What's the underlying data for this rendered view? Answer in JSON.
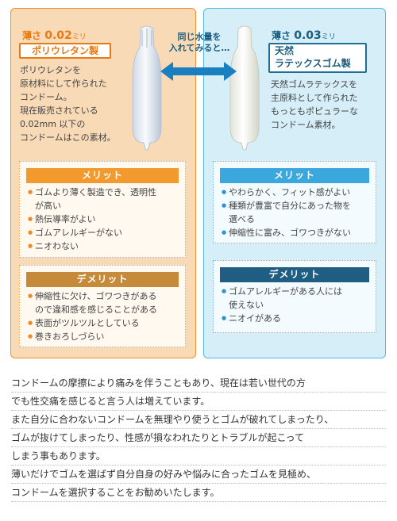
{
  "left": {
    "thickness_prefix": "薄さ",
    "thickness_num": "0.02",
    "thickness_unit": "ミリ",
    "material": "ポリウレタン製",
    "desc": [
      "ポリウレタンを",
      "原材料にして作られた",
      "コンドーム。",
      "現在販売されている",
      "0.02mm 以下の",
      "コンドームはこの素材。"
    ],
    "merit_title": "メリット",
    "merits": [
      "ゴムより薄く製造でき、透明性",
      "が高い",
      "熱伝導率がよい",
      "ゴムアレルギーがない",
      "ニオわない"
    ],
    "demerit_title": "デメリット",
    "demerits": [
      "伸縮性に欠け、ゴワつきがある",
      "ので違和感を感じることがある",
      "表面がツルツルとしている",
      "巻きおろしづらい"
    ]
  },
  "right": {
    "thickness_prefix": "薄さ",
    "thickness_num": "0.03",
    "thickness_unit": "ミリ",
    "material_1": "天然",
    "material_2": "ラテックスゴム製",
    "desc": [
      "天然ゴムラテックスを",
      "主原料として作られた",
      "もっともポピュラーな",
      "コンドーム素材。"
    ],
    "merit_title": "メリット",
    "merits": [
      "やわらかく、フィット感がよい",
      "種類が豊富で自分にあった物を",
      "選べる",
      "伸縮性に富み、ゴワつきがない"
    ],
    "demerit_title": "デメリット",
    "demerits": [
      "ゴムアレルギーがある人には",
      "使えない",
      "ニオイがある"
    ]
  },
  "arrow_label": [
    "同じ水量を",
    "入れてみると…"
  ],
  "paragraph": [
    "コンドームの摩擦により痛みを伴うこともあり、現在は若い世代の方",
    "でも性交痛を感じると言う人は増えています。",
    "また自分に合わないコンドームを無理やり使うとゴムが破れてしまったり、",
    "ゴムが抜けてしまったり、性感が損なわれたりとトラブルが起こって",
    "しまう事もあります。",
    "薄いだけでゴムを選ばず自分自身の好みや悩みに合ったゴムを見極め、",
    "コンドームを選択することをお勧めいたします。"
  ],
  "colors": {
    "orange": "#f08f2e",
    "blue": "#55b8e2",
    "navy": "#1f5e82",
    "arrow": "#1a7fc1"
  }
}
